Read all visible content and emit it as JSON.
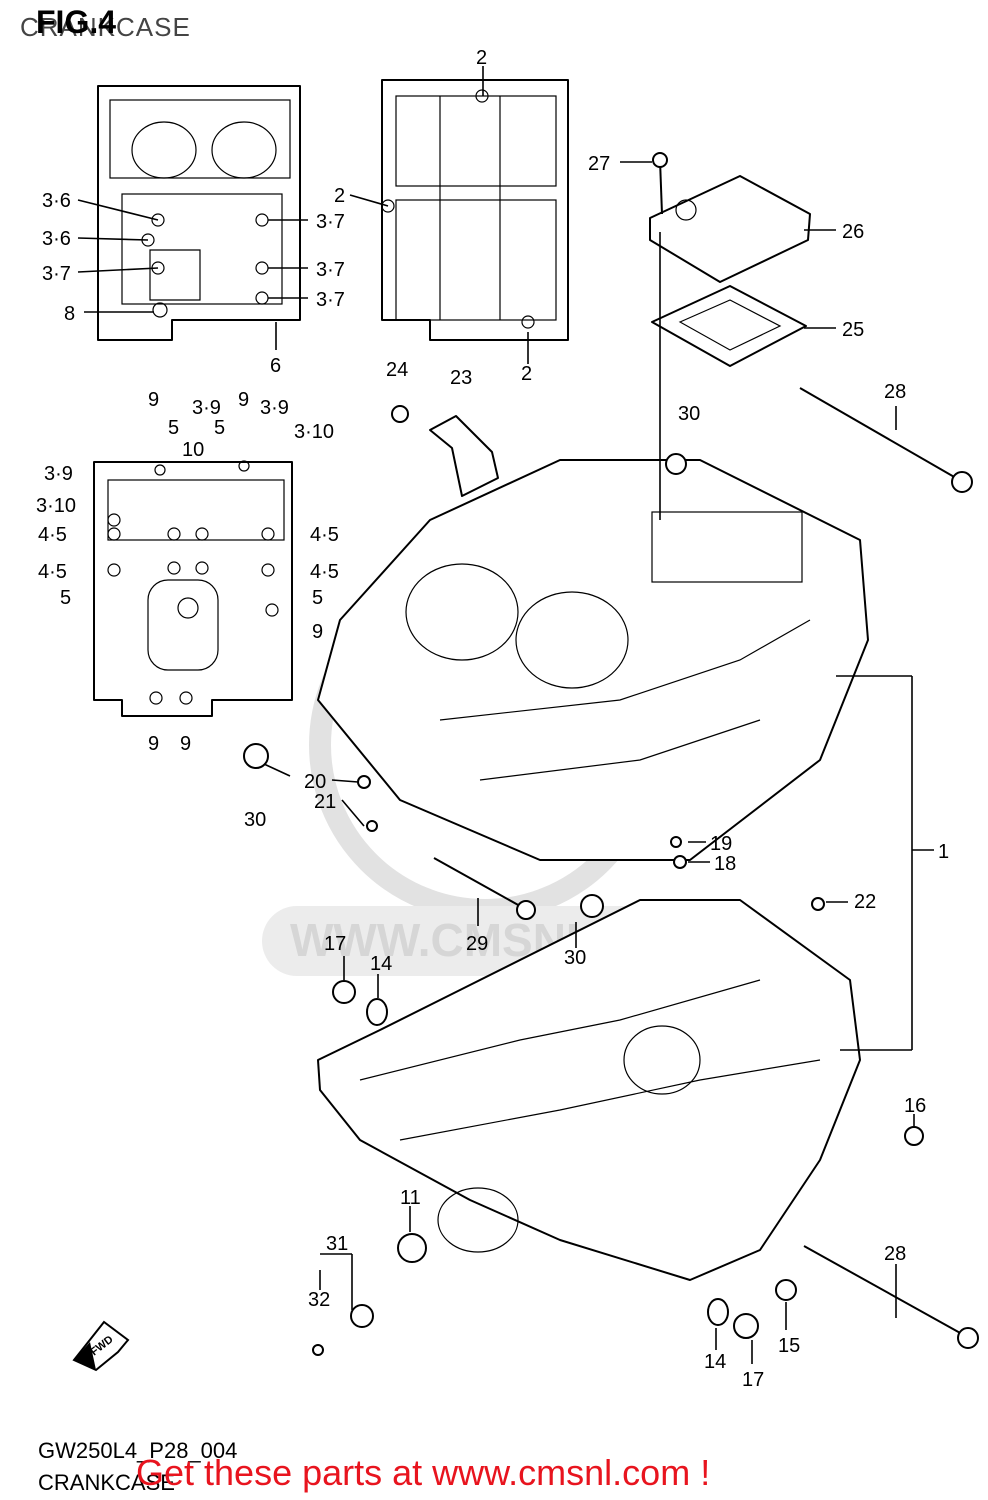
{
  "header": {
    "title_text": "CRANKCASE",
    "fig_label": "FIG.4"
  },
  "watermark": {
    "text": "WWW.CMSNL.COM"
  },
  "callouts": [
    {
      "id": "c-2a",
      "text": "2"
    },
    {
      "id": "c-2b",
      "text": "2"
    },
    {
      "id": "c-2c",
      "text": "2"
    },
    {
      "id": "c-27",
      "text": "27"
    },
    {
      "id": "c-26",
      "text": "26"
    },
    {
      "id": "c-25",
      "text": "25"
    },
    {
      "id": "c-36a",
      "text": "3·6"
    },
    {
      "id": "c-36b",
      "text": "3·6"
    },
    {
      "id": "c-37a",
      "text": "3·7"
    },
    {
      "id": "c-37b",
      "text": "3·7"
    },
    {
      "id": "c-37c",
      "text": "3·7"
    },
    {
      "id": "c-37d",
      "text": "3·7"
    },
    {
      "id": "c-8",
      "text": "8"
    },
    {
      "id": "c-6",
      "text": "6"
    },
    {
      "id": "c-24",
      "text": "24"
    },
    {
      "id": "c-23",
      "text": "23"
    },
    {
      "id": "c-28a",
      "text": "28"
    },
    {
      "id": "c-30a",
      "text": "30"
    },
    {
      "id": "c-9a",
      "text": "9"
    },
    {
      "id": "c-39a",
      "text": "3·9"
    },
    {
      "id": "c-9b",
      "text": "9"
    },
    {
      "id": "c-39b",
      "text": "3·9"
    },
    {
      "id": "c-5a",
      "text": "5"
    },
    {
      "id": "c-10",
      "text": "10"
    },
    {
      "id": "c-5b",
      "text": "5"
    },
    {
      "id": "c-310a",
      "text": "3·10"
    },
    {
      "id": "c-39c",
      "text": "3·9"
    },
    {
      "id": "c-310b",
      "text": "3·10"
    },
    {
      "id": "c-45a",
      "text": "4·5"
    },
    {
      "id": "c-45b",
      "text": "4·5"
    },
    {
      "id": "c-45c",
      "text": "4·5"
    },
    {
      "id": "c-45d",
      "text": "4·5"
    },
    {
      "id": "c-5c",
      "text": "5"
    },
    {
      "id": "c-5d",
      "text": "5"
    },
    {
      "id": "c-9c",
      "text": "9"
    },
    {
      "id": "c-9d",
      "text": "9"
    },
    {
      "id": "c-9e",
      "text": "9"
    },
    {
      "id": "c-30b",
      "text": "30"
    },
    {
      "id": "c-20",
      "text": "20"
    },
    {
      "id": "c-21",
      "text": "21"
    },
    {
      "id": "c-19",
      "text": "19"
    },
    {
      "id": "c-18",
      "text": "18"
    },
    {
      "id": "c-1",
      "text": "1"
    },
    {
      "id": "c-22",
      "text": "22"
    },
    {
      "id": "c-29",
      "text": "29"
    },
    {
      "id": "c-30c",
      "text": "30"
    },
    {
      "id": "c-17a",
      "text": "17"
    },
    {
      "id": "c-14a",
      "text": "14"
    },
    {
      "id": "c-16",
      "text": "16"
    },
    {
      "id": "c-11",
      "text": "11"
    },
    {
      "id": "c-31",
      "text": "31"
    },
    {
      "id": "c-28b",
      "text": "28"
    },
    {
      "id": "c-32",
      "text": "32"
    },
    {
      "id": "c-15",
      "text": "15"
    },
    {
      "id": "c-14b",
      "text": "14"
    },
    {
      "id": "c-17b",
      "text": "17"
    }
  ],
  "fwd_arrow": {
    "text": "FWD"
  },
  "footer": {
    "diagram_code": "GW250L4_P28_004",
    "diagram_name": "CRANKCASE",
    "cta": "Get these parts at www.cmsnl.com !"
  }
}
